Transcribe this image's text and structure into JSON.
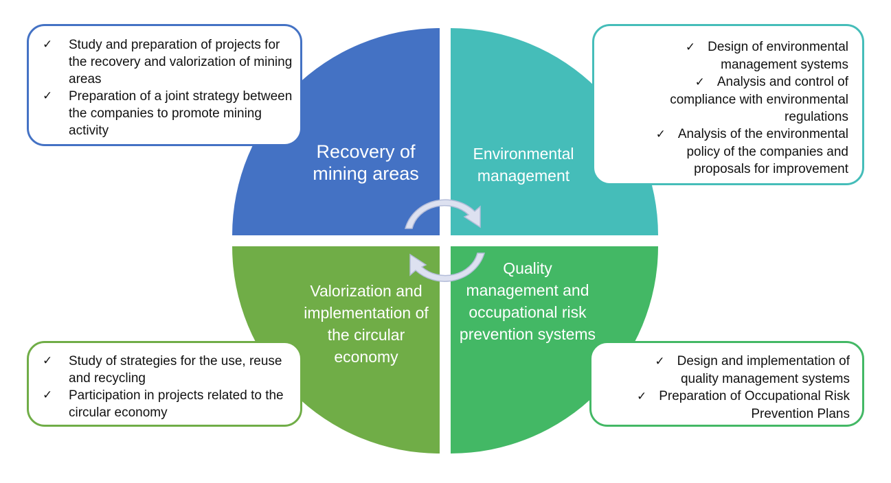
{
  "diagram": {
    "colors": {
      "recovery": "#4472c4",
      "environmental": "#45bdb9",
      "circular": "#70ad47",
      "quality": "#43b865",
      "arrow": "#dde1f0",
      "arrow_stroke": "#b4bdd9"
    },
    "quadrants": {
      "recovery": "Recovery of mining areas",
      "environmental": "Environmental management",
      "circular": "Valorization and implementation of the circular economy",
      "quality": "Quality management and occupational risk prevention systems"
    },
    "check_symbol": "✓",
    "boxes": {
      "recovery": [
        "Study and preparation of projects for the recovery and valorization of mining areas",
        "Preparation of a joint strategy between the companies to promote mining activity"
      ],
      "environmental": [
        "Design of environmental management systems",
        "Analysis and control of compliance with environmental regulations",
        "Analysis of the environmental policy of the companies and proposals for improvement"
      ],
      "circular": [
        "Study of strategies for the use, reuse and recycling",
        "Participation in projects related to the circular economy"
      ],
      "quality": [
        "Design and implementation of quality management systems",
        "Preparation of Occupational Risk Prevention Plans"
      ]
    }
  }
}
